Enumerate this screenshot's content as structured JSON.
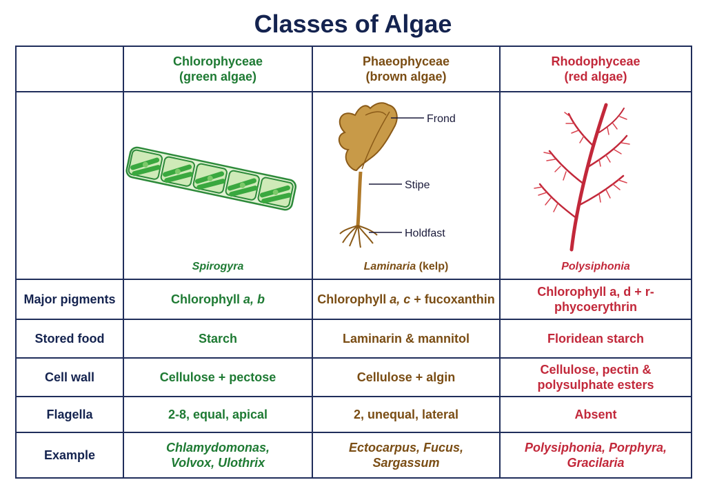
{
  "title": "Classes of Algae",
  "columns": [
    {
      "name": "Chlorophyceae",
      "common": "(green algae)",
      "color": "#1e7a33",
      "example_caption": "Spirogyra"
    },
    {
      "name": "Phaeophyceae",
      "common": "(brown algae)",
      "color": "#7a4d14",
      "example_caption": "Laminaria",
      "example_caption_suffix": " (kelp)",
      "parts": {
        "frond": "Frond",
        "stipe": "Stipe",
        "holdfast": "Holdfast"
      }
    },
    {
      "name": "Rhodophyceae",
      "common": "(red algae)",
      "color": "#c2283a",
      "example_caption": "Polysiphonia"
    }
  ],
  "rows": {
    "pigments": {
      "label": "Major pigments",
      "green": {
        "pre": "Chlorophyll ",
        "ital": "a, b",
        "post": ""
      },
      "brown": {
        "pre": "Chlorophyll ",
        "ital": "a, c",
        "post": " + fucoxanthin"
      },
      "red": "Chlorophyll a, d + r-phycoerythrin"
    },
    "food": {
      "label": "Stored food",
      "green": "Starch",
      "brown": "Laminarin & mannitol",
      "red": "Floridean starch"
    },
    "wall": {
      "label": "Cell wall",
      "green": "Cellulose + pectose",
      "brown": "Cellulose + algin",
      "red_line1": "Cellulose, pectin &",
      "red_line2": "polysulphate esters"
    },
    "flagella": {
      "label": "Flagella",
      "green": "2-8, equal, apical",
      "brown": "2, unequal, lateral",
      "red": "Absent"
    },
    "example": {
      "label": "Example",
      "green_line1": "Chlamydomonas,",
      "green_line2": "Volvox, Ulothrix",
      "brown_line1": "Ectocarpus, Fucus,",
      "brown_line2": "Sargassum",
      "red_line1": "Polysiphonia, Porphyra,",
      "red_line2": "Gracilaria"
    }
  }
}
